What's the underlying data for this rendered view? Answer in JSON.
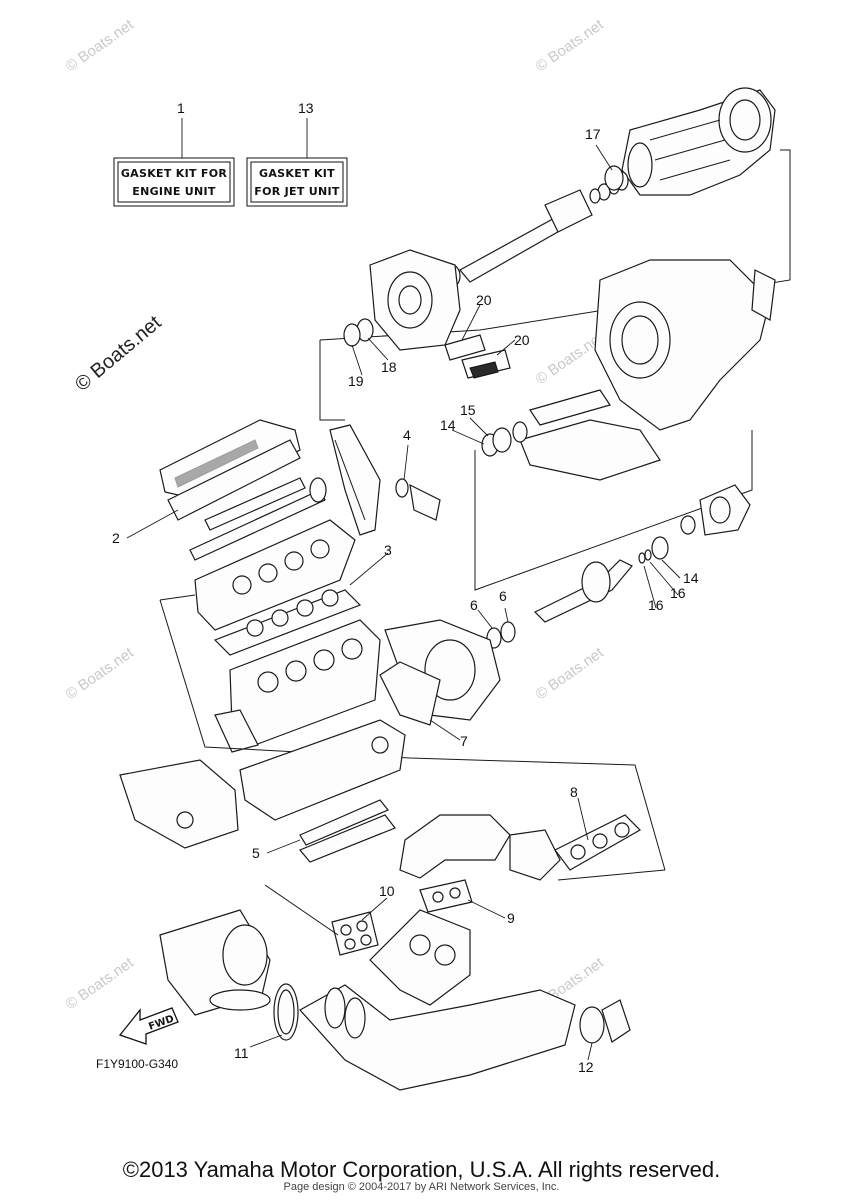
{
  "kits": [
    {
      "ref": "1",
      "line1": "GASKET KIT FOR",
      "line2": "ENGINE UNIT"
    },
    {
      "ref": "13",
      "line1": "GASKET KIT",
      "line2": "FOR JET UNIT"
    }
  ],
  "callouts": {
    "c2": "2",
    "c3": "3",
    "c4": "4",
    "c5": "5",
    "c6a": "6",
    "c6b": "6",
    "c7": "7",
    "c8": "8",
    "c9": "9",
    "c10": "10",
    "c11": "11",
    "c12": "12",
    "c14a": "14",
    "c14b": "14",
    "c15": "15",
    "c16a": "16",
    "c16b": "16",
    "c17": "17",
    "c18": "18",
    "c19": "19",
    "c20a": "20",
    "c20b": "20"
  },
  "watermark": {
    "main": "© Boats.net",
    "faint": "© Boats.net"
  },
  "fwd_label": "FWD",
  "diagram_code": "F1Y9100-G340",
  "copyright": "©2013 Yamaha Motor Corporation, U.S.A. All rights reserved.",
  "page_design": "Page design © 2004-2017 by ARI Network Services, Inc."
}
